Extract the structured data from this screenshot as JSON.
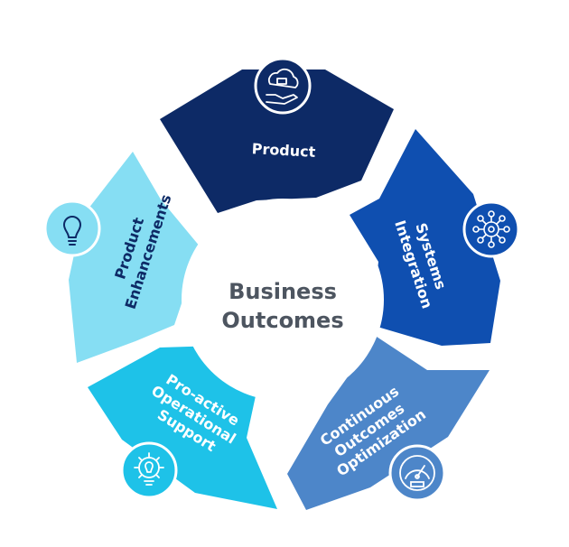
{
  "center": {
    "line1": "Business",
    "line2": "Outcomes"
  },
  "segments": [
    {
      "id": "product",
      "lines": [
        "Product"
      ],
      "color": "#0d2a66",
      "text_color": "#ffffff",
      "icon": "cloud-hand-icon"
    },
    {
      "id": "systems-integration",
      "lines": [
        "Systems",
        "Integration"
      ],
      "color": "#0f4fb0",
      "text_color": "#ffffff",
      "icon": "network-hub-icon"
    },
    {
      "id": "continuous-outcomes-optimization",
      "lines": [
        "Continuous",
        "Outcomes",
        "Optimization"
      ],
      "color": "#4d86c9",
      "text_color": "#ffffff",
      "icon": "speedometer-icon"
    },
    {
      "id": "pro-active-operational-support",
      "lines": [
        "Pro-active",
        "Operational",
        "Support"
      ],
      "color": "#1ec2e8",
      "text_color": "#ffffff",
      "icon": "gear-bulb-icon"
    },
    {
      "id": "product-enhancements",
      "lines": [
        "Product",
        "Enhancements"
      ],
      "color": "#86def3",
      "text_color": "#0d2a66",
      "icon": "lightbulb-icon"
    }
  ]
}
